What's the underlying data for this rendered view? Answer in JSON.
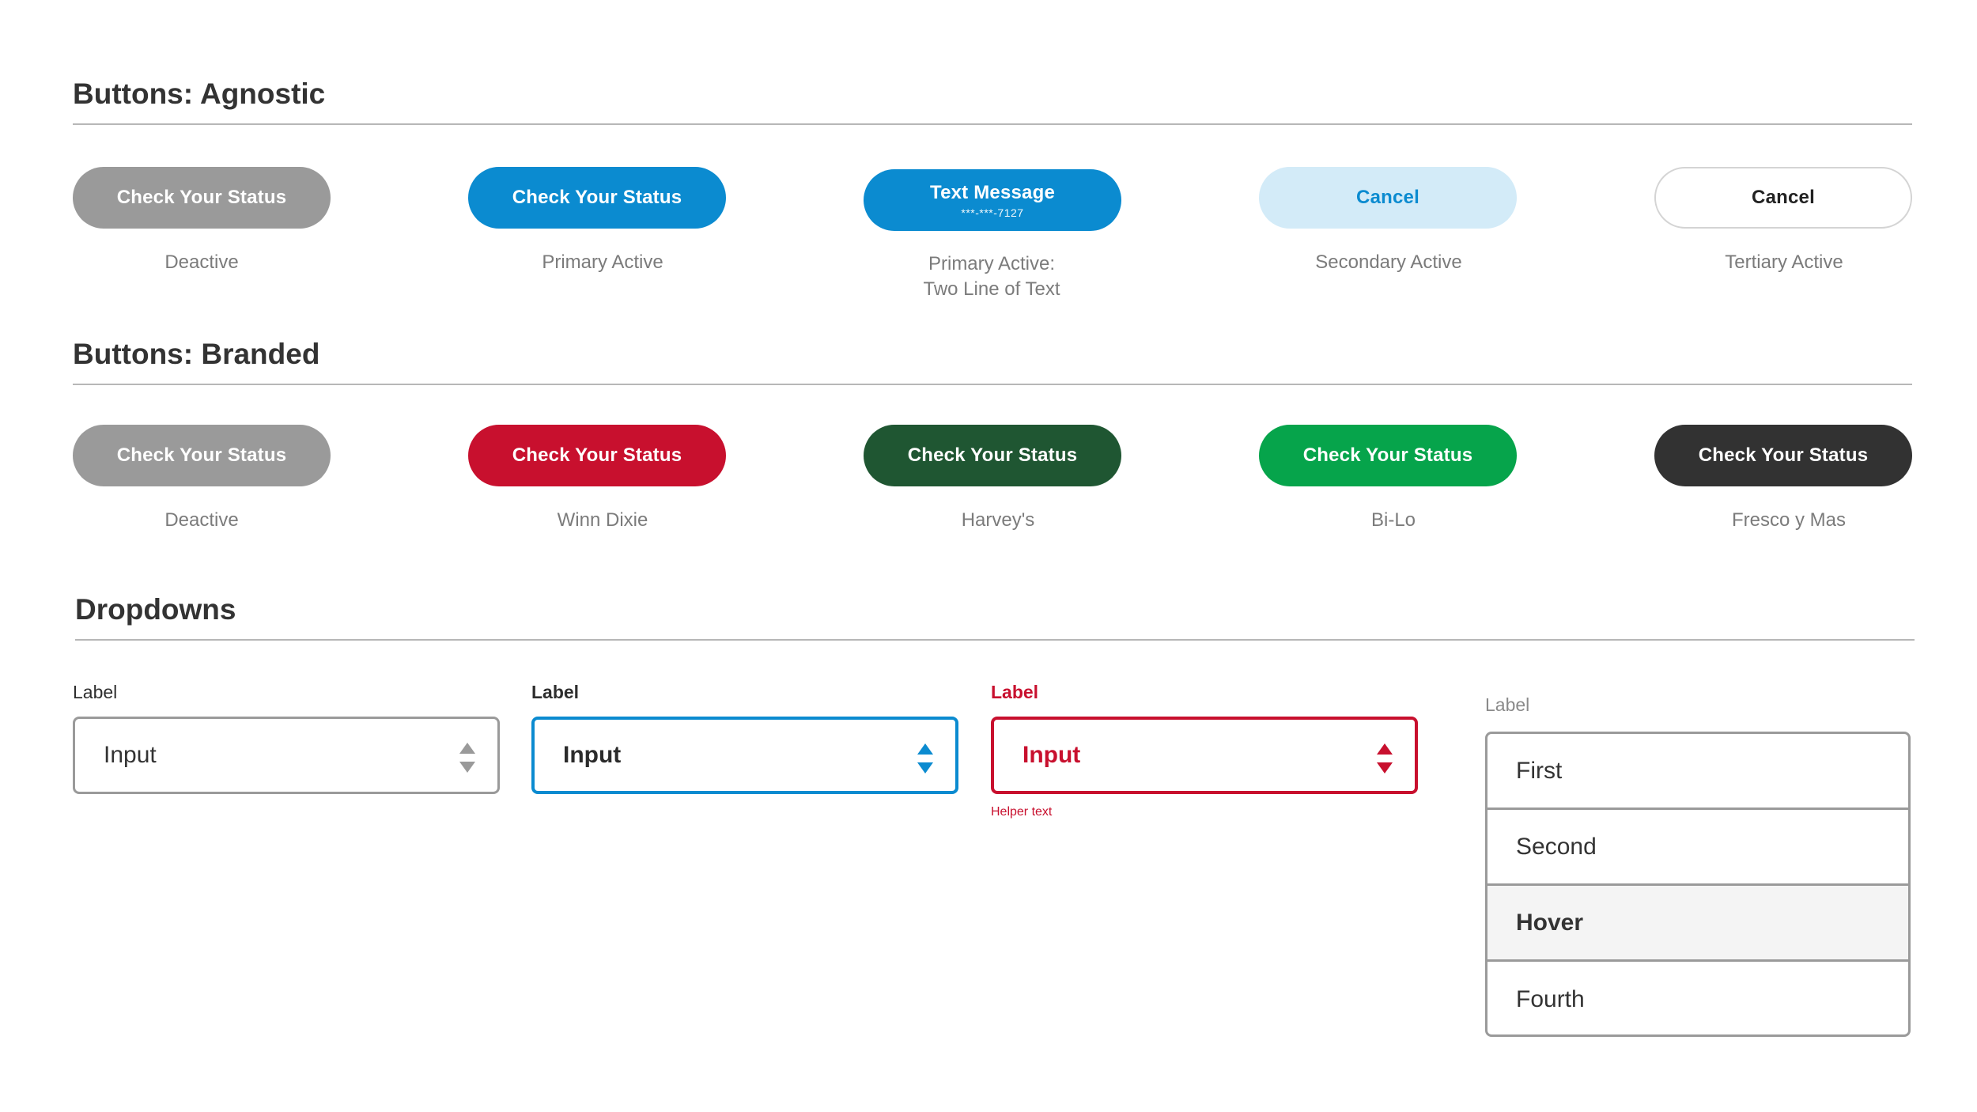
{
  "sections": {
    "agnostic_title": "Buttons: Agnostic",
    "branded_title": "Buttons: Branded",
    "dropdowns_title": "Dropdowns"
  },
  "agnostic_buttons": [
    {
      "label": "Check Your Status",
      "caption": "Deactive",
      "bg": "#9a9a9a",
      "fg": "#ffffff"
    },
    {
      "label": "Check Your Status",
      "caption": "Primary Active",
      "bg": "#0b8bd0",
      "fg": "#ffffff"
    },
    {
      "label": "Text Message",
      "sublabel": "***-***-7127",
      "caption_line1": "Primary Active:",
      "caption_line2": "Two Line of Text",
      "bg": "#0b8bd0",
      "fg": "#ffffff"
    },
    {
      "label": "Cancel",
      "caption": "Secondary Active",
      "bg": "#d3ebf8",
      "fg": "#0b8bd0"
    },
    {
      "label": "Cancel",
      "caption": "Tertiary Active",
      "bg": "#ffffff",
      "fg": "#222222",
      "border": "#d4d4d4"
    }
  ],
  "branded_buttons": [
    {
      "label": "Check Your Status",
      "caption": "Deactive",
      "bg": "#9a9a9a"
    },
    {
      "label": "Check Your Status",
      "caption": "Winn Dixie",
      "bg": "#c8102e"
    },
    {
      "label": "Check Your Status",
      "caption": "Harvey's",
      "bg": "#1f5632"
    },
    {
      "label": "Check Your Status",
      "caption": "Bi-Lo",
      "bg": "#06a44b"
    },
    {
      "label": "Check Your Status",
      "caption": "Fresco y Mas",
      "bg": "#323232"
    }
  ],
  "dropdowns": [
    {
      "label": "Label",
      "value": "Input",
      "state": "default",
      "border": "#9a9a9a",
      "arrow_color": "#9a9a9a"
    },
    {
      "label": "Label",
      "value": "Input",
      "state": "focus",
      "border": "#0b8bd0",
      "arrow_color": "#0b8bd0"
    },
    {
      "label": "Label",
      "value": "Input",
      "state": "error",
      "border": "#c8102e",
      "arrow_color": "#c8102e",
      "helper": "Helper text"
    }
  ],
  "open_menu": {
    "label": "Label",
    "items": [
      "First",
      "Second",
      "Hover",
      "Fourth"
    ],
    "hover_index": 2
  }
}
